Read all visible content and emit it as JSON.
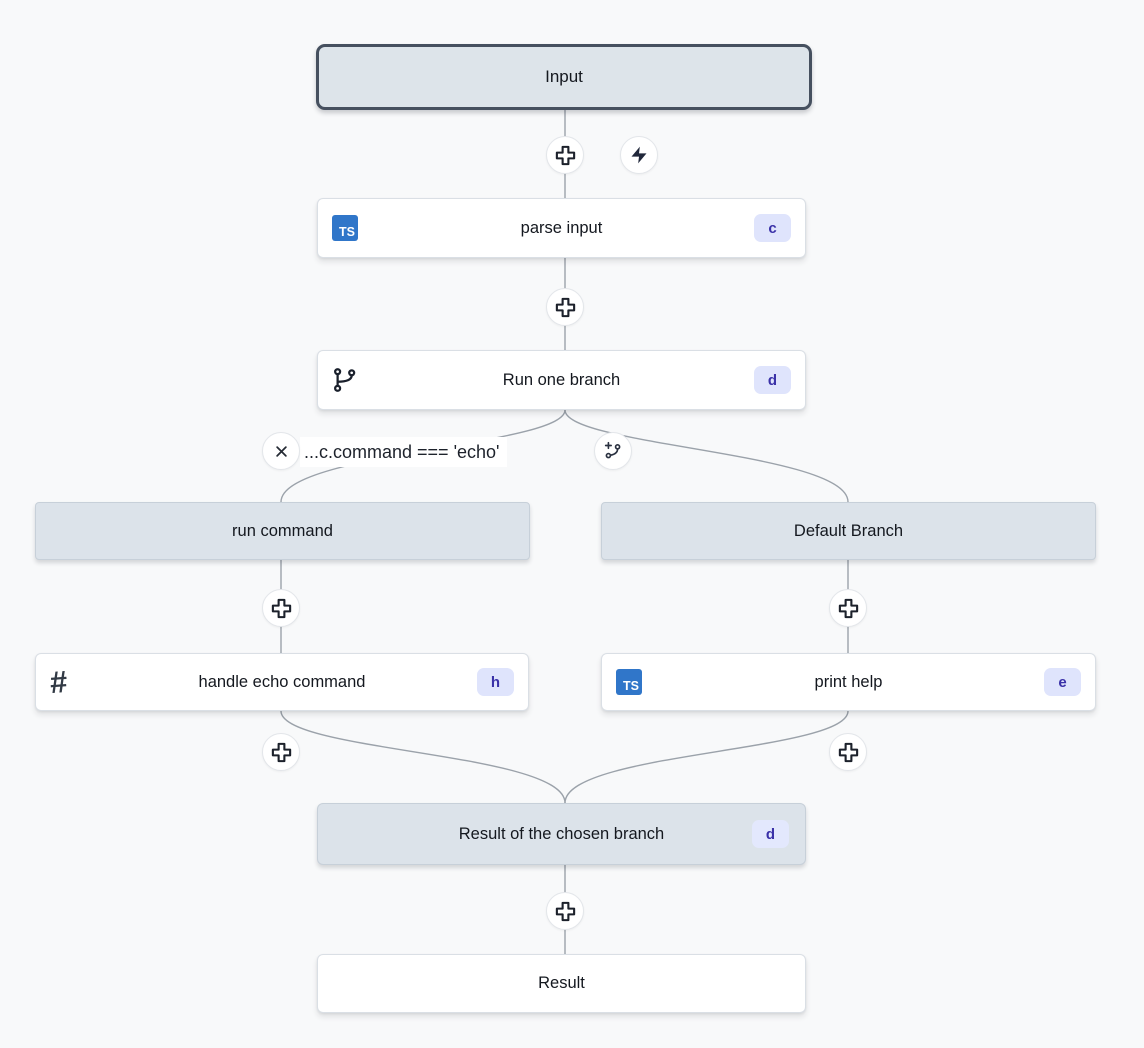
{
  "app": {
    "name": "workflow-editor-canvas"
  },
  "colors": {
    "canvas_bg": "#f8f9fa",
    "edge": "#9ba2aa",
    "node_gray_bg": "#dce3ea",
    "node_white_bg": "#ffffff",
    "selected_node_border": "#46505f",
    "badge_bg": "#dfe4fc",
    "badge_text": "#3a31a8",
    "typescript_blue": "#3076c9"
  },
  "nodes": {
    "input": {
      "label": "Input"
    },
    "parse_input": {
      "label": "parse input",
      "badge": "c"
    },
    "run_one_branch": {
      "label": "Run one branch",
      "badge": "d"
    },
    "branch_condition": {
      "label": "...c.command === 'echo'"
    },
    "run_command": {
      "label": "run command"
    },
    "handle_echo_command": {
      "label": "handle echo command",
      "badge": "h"
    },
    "default_branch": {
      "label": "Default Branch"
    },
    "print_help": {
      "label": "print help",
      "badge": "e"
    },
    "result_of_chosen_branch": {
      "label": "Result of the chosen branch",
      "badge": "d"
    },
    "result": {
      "label": "Result"
    }
  },
  "misc": {
    "ts_label": "TS",
    "hash_glyph": "#"
  },
  "icons": {
    "plus": "plus-icon",
    "zap": "zap-icon",
    "git_branch": "git-branch-icon",
    "close": "close-icon",
    "add_branch": "add-branch-icon",
    "typescript": "typescript-icon",
    "hash": "hash-icon"
  }
}
